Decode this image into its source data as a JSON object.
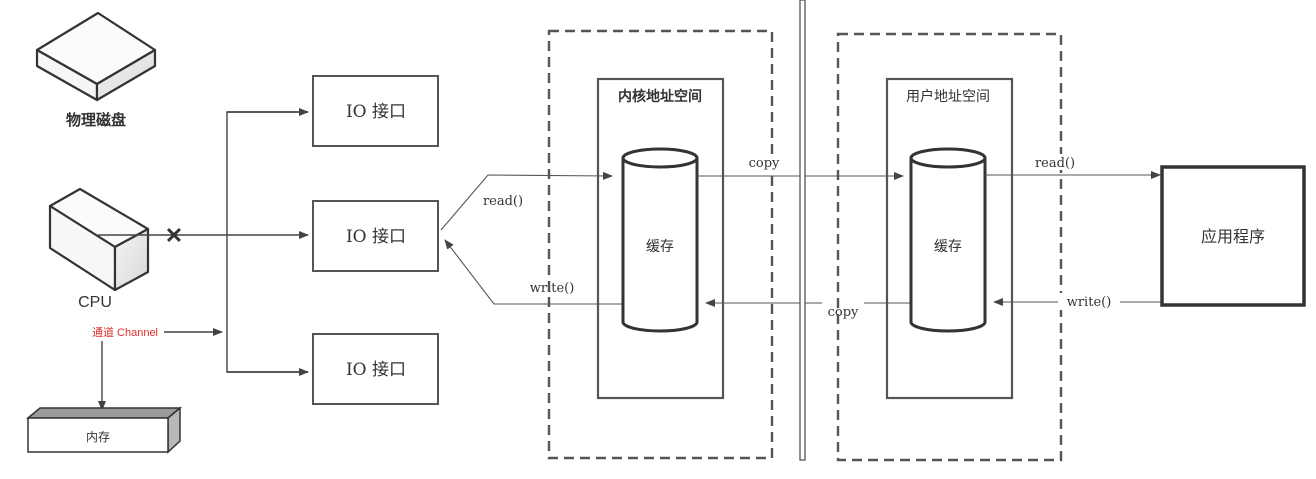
{
  "devices": {
    "disk_label": "物理磁盘",
    "cpu_label": "CPU",
    "channel_label": "通道 Channel",
    "memory_label": "内存",
    "blocked_mark": "✕"
  },
  "io_interfaces": [
    {
      "label": "IO 接口"
    },
    {
      "label": "IO 接口"
    },
    {
      "label": "IO 接口"
    }
  ],
  "kernel_space": {
    "title": "内核地址空间",
    "buffer_label": "缓存"
  },
  "user_space": {
    "title": "用户地址空间",
    "buffer_label": "缓存"
  },
  "application": {
    "label": "应用程序"
  },
  "edges": {
    "io_to_kernel": "read()",
    "kernel_to_io": "write()",
    "kernel_to_user": "copy",
    "user_to_kernel": "copy",
    "user_to_app": "read()",
    "app_to_user": "write()"
  },
  "colors": {
    "channel_text": "#e03030",
    "stroke": "#444444",
    "background": "#ffffff"
  }
}
